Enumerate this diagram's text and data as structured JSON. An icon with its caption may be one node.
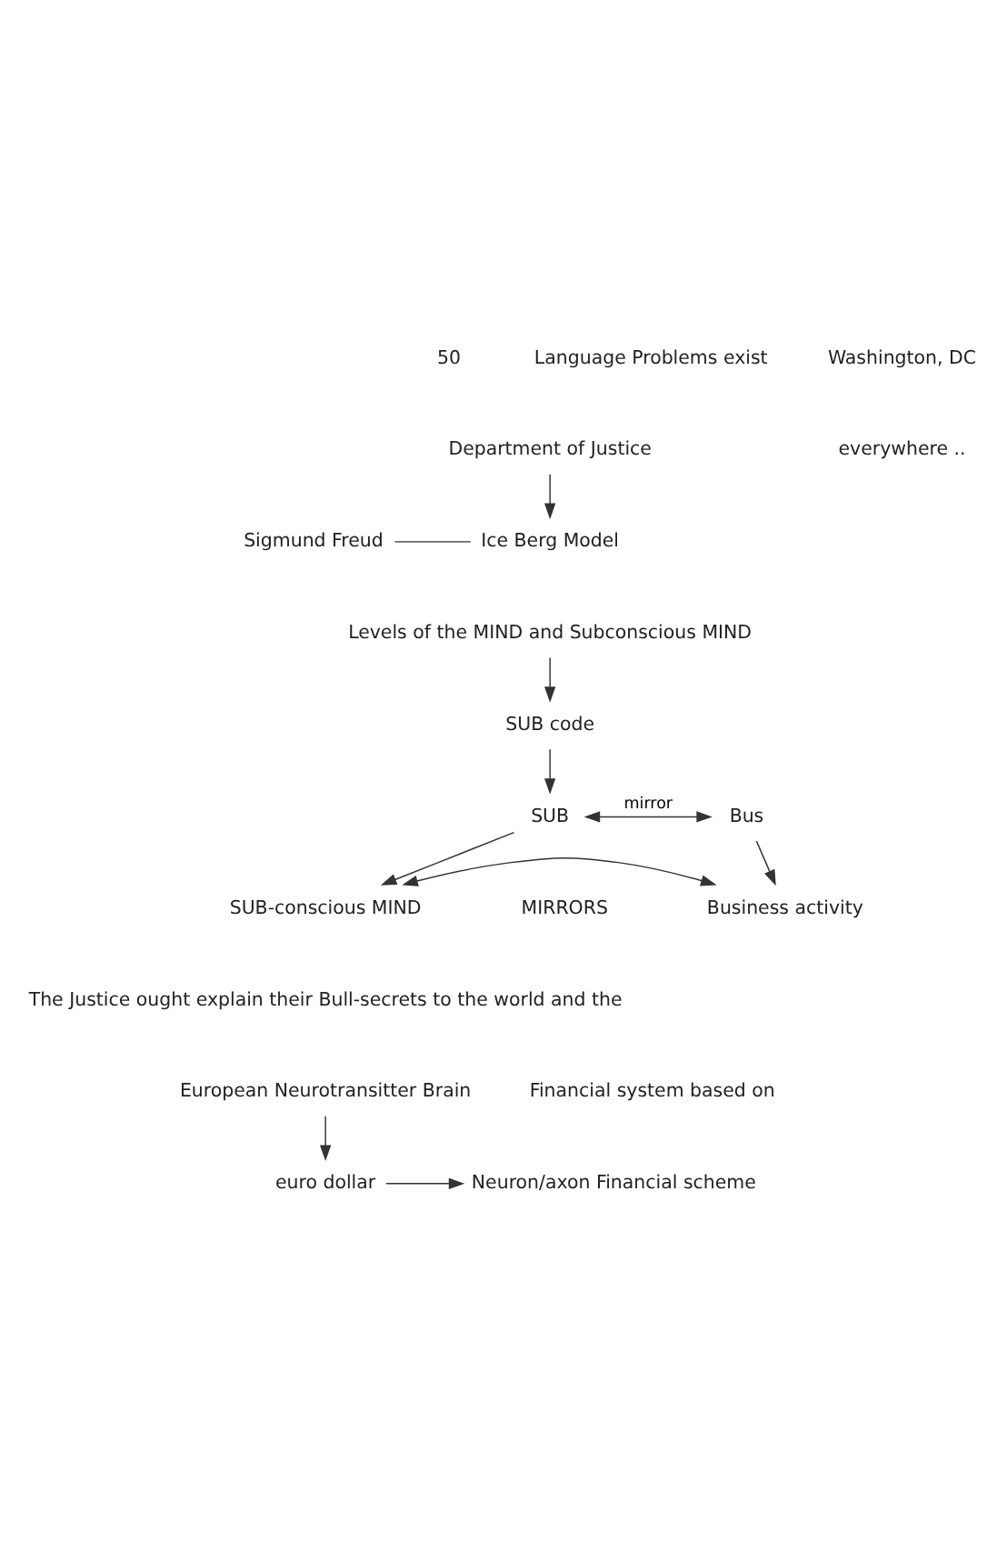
{
  "diagram": {
    "nodes": [
      {
        "text": [
          "Department of Justice"
        ]
      },
      {
        "text": [
          "Sigmund Freud"
        ]
      },
      {
        "text": [
          "Ice Berg Model"
        ]
      },
      {
        "text": [
          "Levels of the MIND and Subconscious MIND"
        ]
      },
      {
        "text": [
          "SUB code"
        ]
      },
      {
        "text": [
          "SUB"
        ]
      },
      {
        "text": [
          "Bus"
        ]
      },
      {
        "text": [
          "SUB-conscious MIND"
        ]
      },
      {
        "text": [
          "Business activity"
        ]
      },
      {
        "text": [
          "European Neurotransitter Brain"
        ]
      },
      {
        "text": [
          "euro dollar"
        ]
      },
      {
        "text": [
          "Neuron/axon Financial scheme"
        ]
      }
    ],
    "edges": [
      {
        "from": 0,
        "to": 2,
        "arrow": "to"
      },
      {
        "from": 1,
        "to": 2,
        "arrow": "none"
      },
      {
        "from": 3,
        "to": 4,
        "arrow": "to"
      },
      {
        "from": 4,
        "to": 5,
        "arrow": "to"
      },
      {
        "from": 5,
        "to": 6,
        "arrow": "both",
        "label": "mirror"
      },
      {
        "from": 5,
        "to": 7,
        "arrow": "to"
      },
      {
        "from": 6,
        "to": 8,
        "arrow": "to"
      },
      {
        "from": 7,
        "to": 8,
        "arrow": "both"
      },
      {
        "from": 9,
        "to": 10,
        "arrow": "to"
      },
      {
        "from": 10,
        "to": 11,
        "arrow": "to"
      }
    ],
    "labels": [
      "50",
      "Washington, DC",
      "Language Problems exist",
      "everywhere ..",
      "MIRRORS",
      "The Justice ought explain their Bull-secrets to the world and the",
      "Financial system based on"
    ]
  }
}
